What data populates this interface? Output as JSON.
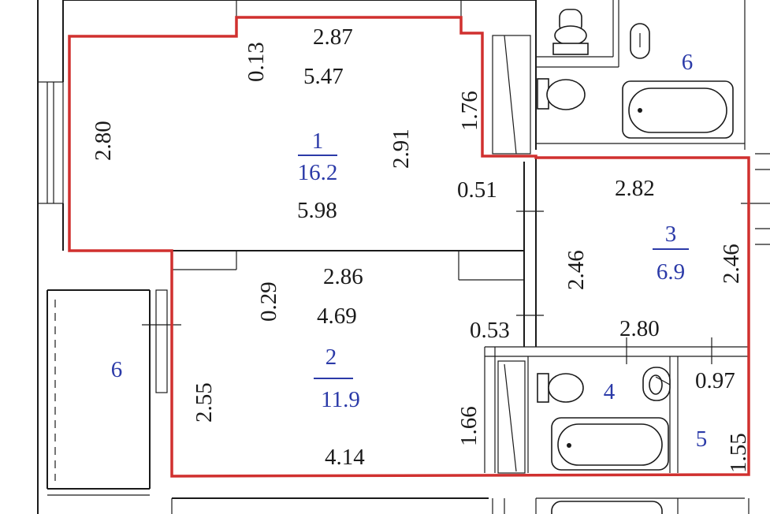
{
  "colors": {
    "outline": "#d0302f",
    "room_label": "#2b3aa8",
    "lines": "#1a1a1a",
    "background": "#ffffff"
  },
  "rooms": {
    "r1": {
      "number": "1",
      "area": "16.2"
    },
    "r2": {
      "number": "2",
      "area": "11.9"
    },
    "r3": {
      "number": "3",
      "area": "6.9"
    },
    "r4": {
      "number": "4"
    },
    "r5": {
      "number": "5"
    },
    "r6_left": {
      "number": "6"
    },
    "r6_right": {
      "number": "6"
    }
  },
  "dimensions": {
    "room1": {
      "top_len": "2.87",
      "top_step": "0.13",
      "inner_len": "5.47",
      "left_height": "2.80",
      "center_height": "2.91",
      "right_step": "1.76",
      "bottom_len": "5.98",
      "right_offset": "0.51"
    },
    "room2": {
      "top_len": "2.86",
      "top_step": "0.29",
      "inner_len": "4.69",
      "left_height": "2.55",
      "bottom_len": "4.14",
      "right_step": "1.66",
      "right_offset": "0.53"
    },
    "room3": {
      "top_len": "2.82",
      "left_height": "2.46",
      "right_height": "2.46",
      "bottom_len": "2.80"
    },
    "room5": {
      "width": "0.97",
      "height": "1.55"
    }
  }
}
